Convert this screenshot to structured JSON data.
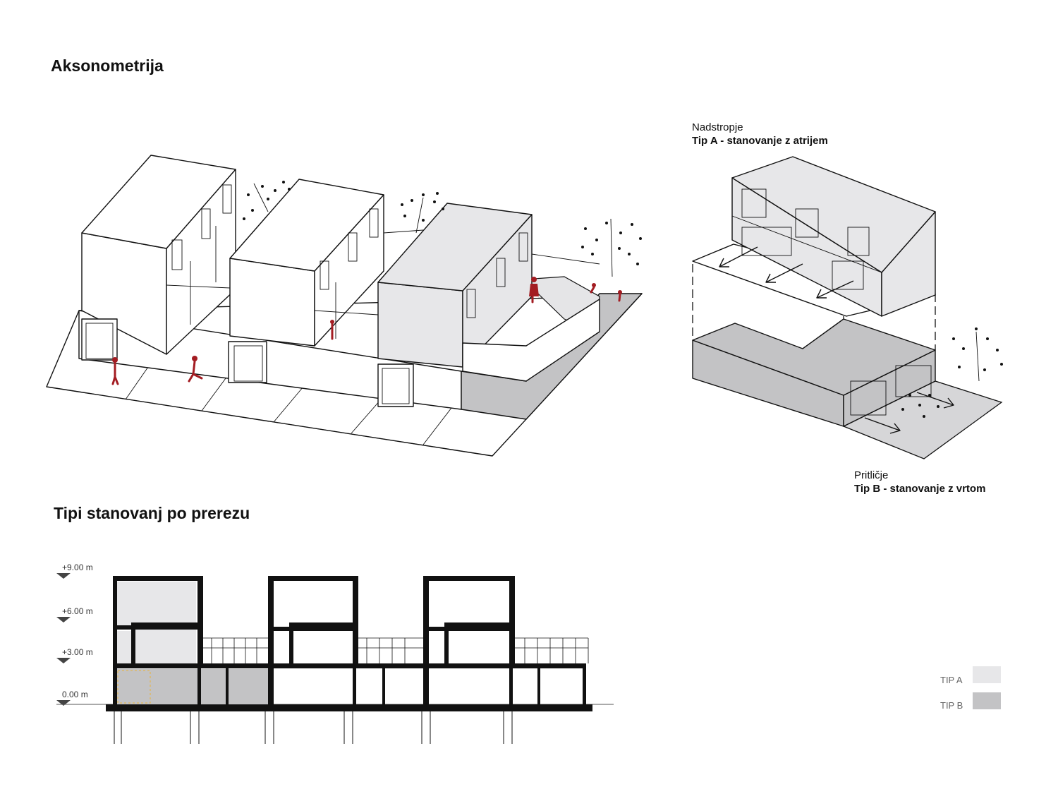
{
  "axonometry": {
    "title": "Aksonometrija"
  },
  "upper_floor": {
    "caption": "Nadstropje",
    "type_label": "Tip A - stanovanje z atrijem"
  },
  "ground_floor": {
    "caption": "Pritličje",
    "type_label": "Tip B - stanovanje z vrtom"
  },
  "section": {
    "title": "Tipi stanovanj po prerezu",
    "levels": [
      {
        "label": "+9.00 m"
      },
      {
        "label": "+6.00 m"
      },
      {
        "label": "+3.00 m"
      },
      {
        "label": "0.00 m"
      }
    ]
  },
  "legend": {
    "items": [
      {
        "label": "TIP A",
        "color": "#e7e7e9"
      },
      {
        "label": "TIP B",
        "color": "#c3c3c5"
      }
    ]
  },
  "colors": {
    "figure_red": "#a31c22",
    "tip_a_fill": "#e7e7e9",
    "tip_b_fill": "#c3c3c5"
  }
}
